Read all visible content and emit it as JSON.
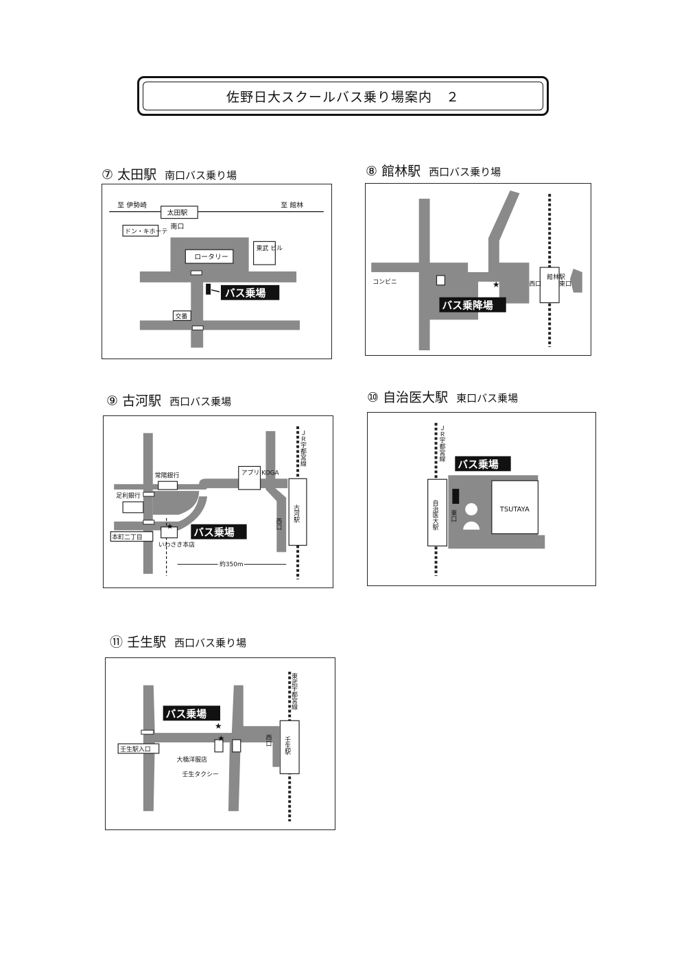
{
  "title": "佐野日大スクールバス乗り場案内　２",
  "sections": [
    {
      "num": "⑦",
      "station": "太田駅",
      "sub": "南口バス乗り場",
      "labels": {
        "west": "至 伊勢崎",
        "east": "至 館林",
        "station": "太田駅",
        "south_exit": "南口",
        "donki": "ドン・キホーテ",
        "rotary": "ロータリー",
        "tobu": "東武\nビル",
        "police": "交番",
        "bus": "バス乗場"
      }
    },
    {
      "num": "⑧",
      "station": "館林駅",
      "sub": "西口バス乗り場",
      "labels": {
        "conv": "コンビニ",
        "station": "館林駅",
        "west": "西口",
        "east": "東口",
        "bus": "バス乗降場"
      }
    },
    {
      "num": "⑨",
      "station": "古河駅",
      "sub": "西口バス乗場",
      "labels": {
        "rail": "ＪＲ宇都宮線",
        "joyo": "常陽銀行",
        "ashikaga": "足利銀行",
        "appri": "アプリ\nKOGA",
        "honmachi": "本町二丁目",
        "iwasaki": "いわさき本店",
        "west": "西口",
        "station": "古河駅",
        "dist": "約350m",
        "bus": "バス乗場"
      }
    },
    {
      "num": "⑩",
      "station": "自治医大駅",
      "sub": "東口バス乗場",
      "labels": {
        "rail": "ＪＲ宇都宮線",
        "station": "自治医大駅",
        "east": "東口",
        "tsutaya": "TSUTAYA",
        "bus": "バス乗場"
      }
    },
    {
      "num": "⑪",
      "station": "壬生駅",
      "sub": "西口バス乗り場",
      "labels": {
        "rail": "東武宇都宮線",
        "entrance": "壬生駅入口",
        "ohashi": "大橋洋服店",
        "taxi": "壬生タクシー",
        "west": "西口",
        "station": "壬生駅",
        "bus": "バス乗場"
      }
    }
  ]
}
